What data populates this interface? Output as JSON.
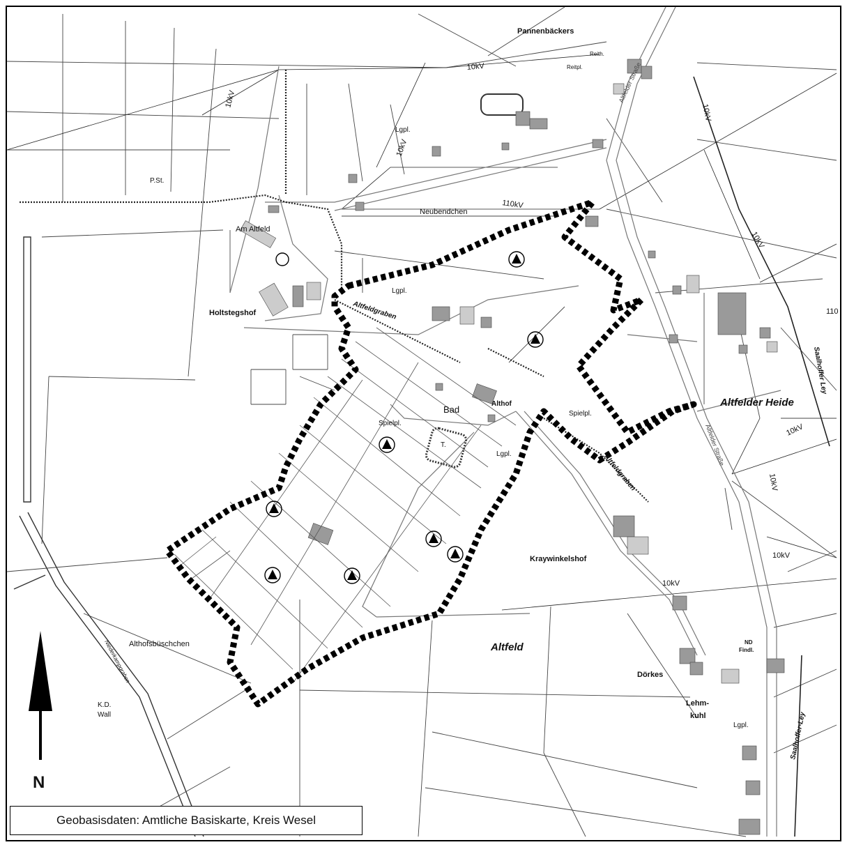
{
  "place_names": {
    "pannenbaeckers": "Pannenbäckers",
    "neubendchen": "Neubendchen",
    "am_altfeld": "Am Altfeld",
    "holtstegshof": "Holtstegshof",
    "altfelder_heide": "Altfelder Heide",
    "altfeld": "Altfeld",
    "kraywinkelshof": "Kraywinkelshof",
    "althofsbueschchen": "Althofsbüschchen",
    "doerkes": "Dörkes",
    "lehm": "Lehm-",
    "kuhl": "kuhl",
    "althof": "Althof",
    "bad": "Bad",
    "kd": "K.D.",
    "wall": "Wall",
    "pst": "P.St."
  },
  "feature_labels": {
    "spielpl_1": "Spielpl.",
    "spielpl_2": "Spielpl.",
    "lgpl_1": "Lgpl.",
    "lgpl_2": "Lgpl.",
    "lgpl_3": "Lgpl.",
    "lgpl_4": "Lgpl.",
    "reith": "Reith.",
    "reitpl": "Reitpl.",
    "t": "T.",
    "nd": "ND",
    "findl": "Findl."
  },
  "waterways": {
    "altfeldgraben_1": "Altfeldgraben",
    "altfeldgraben_2": "Altfeldgraben",
    "saalhoffer_ley_1": "Saalhoffer Ley",
    "saalhoffer_ley_2": "Saalhoffer-Ley",
    "niederkampgraben": "Niederkampgraben"
  },
  "streets": {
    "altfelder_strasse_1": "Altfelder Straße",
    "altfelder_strasse_2": "Altfelder Straße"
  },
  "power_lines": {
    "l1": "10kV",
    "l2": "10kV",
    "l3": "10kV",
    "l4": "10kV",
    "l5": "110kV",
    "l6": "10kV",
    "l7": "10kV",
    "l8": "10kV",
    "l9": "10kV",
    "l10": "10kV",
    "l11": "110"
  },
  "north_arrow": {
    "label": "N"
  },
  "credit": "Geobasisdaten: Amtliche Basiskarte, Kreis Wesel",
  "colors": {
    "boundary": "#000000",
    "building": "#9a9a9a",
    "line": "#333333",
    "road": "#777777"
  }
}
